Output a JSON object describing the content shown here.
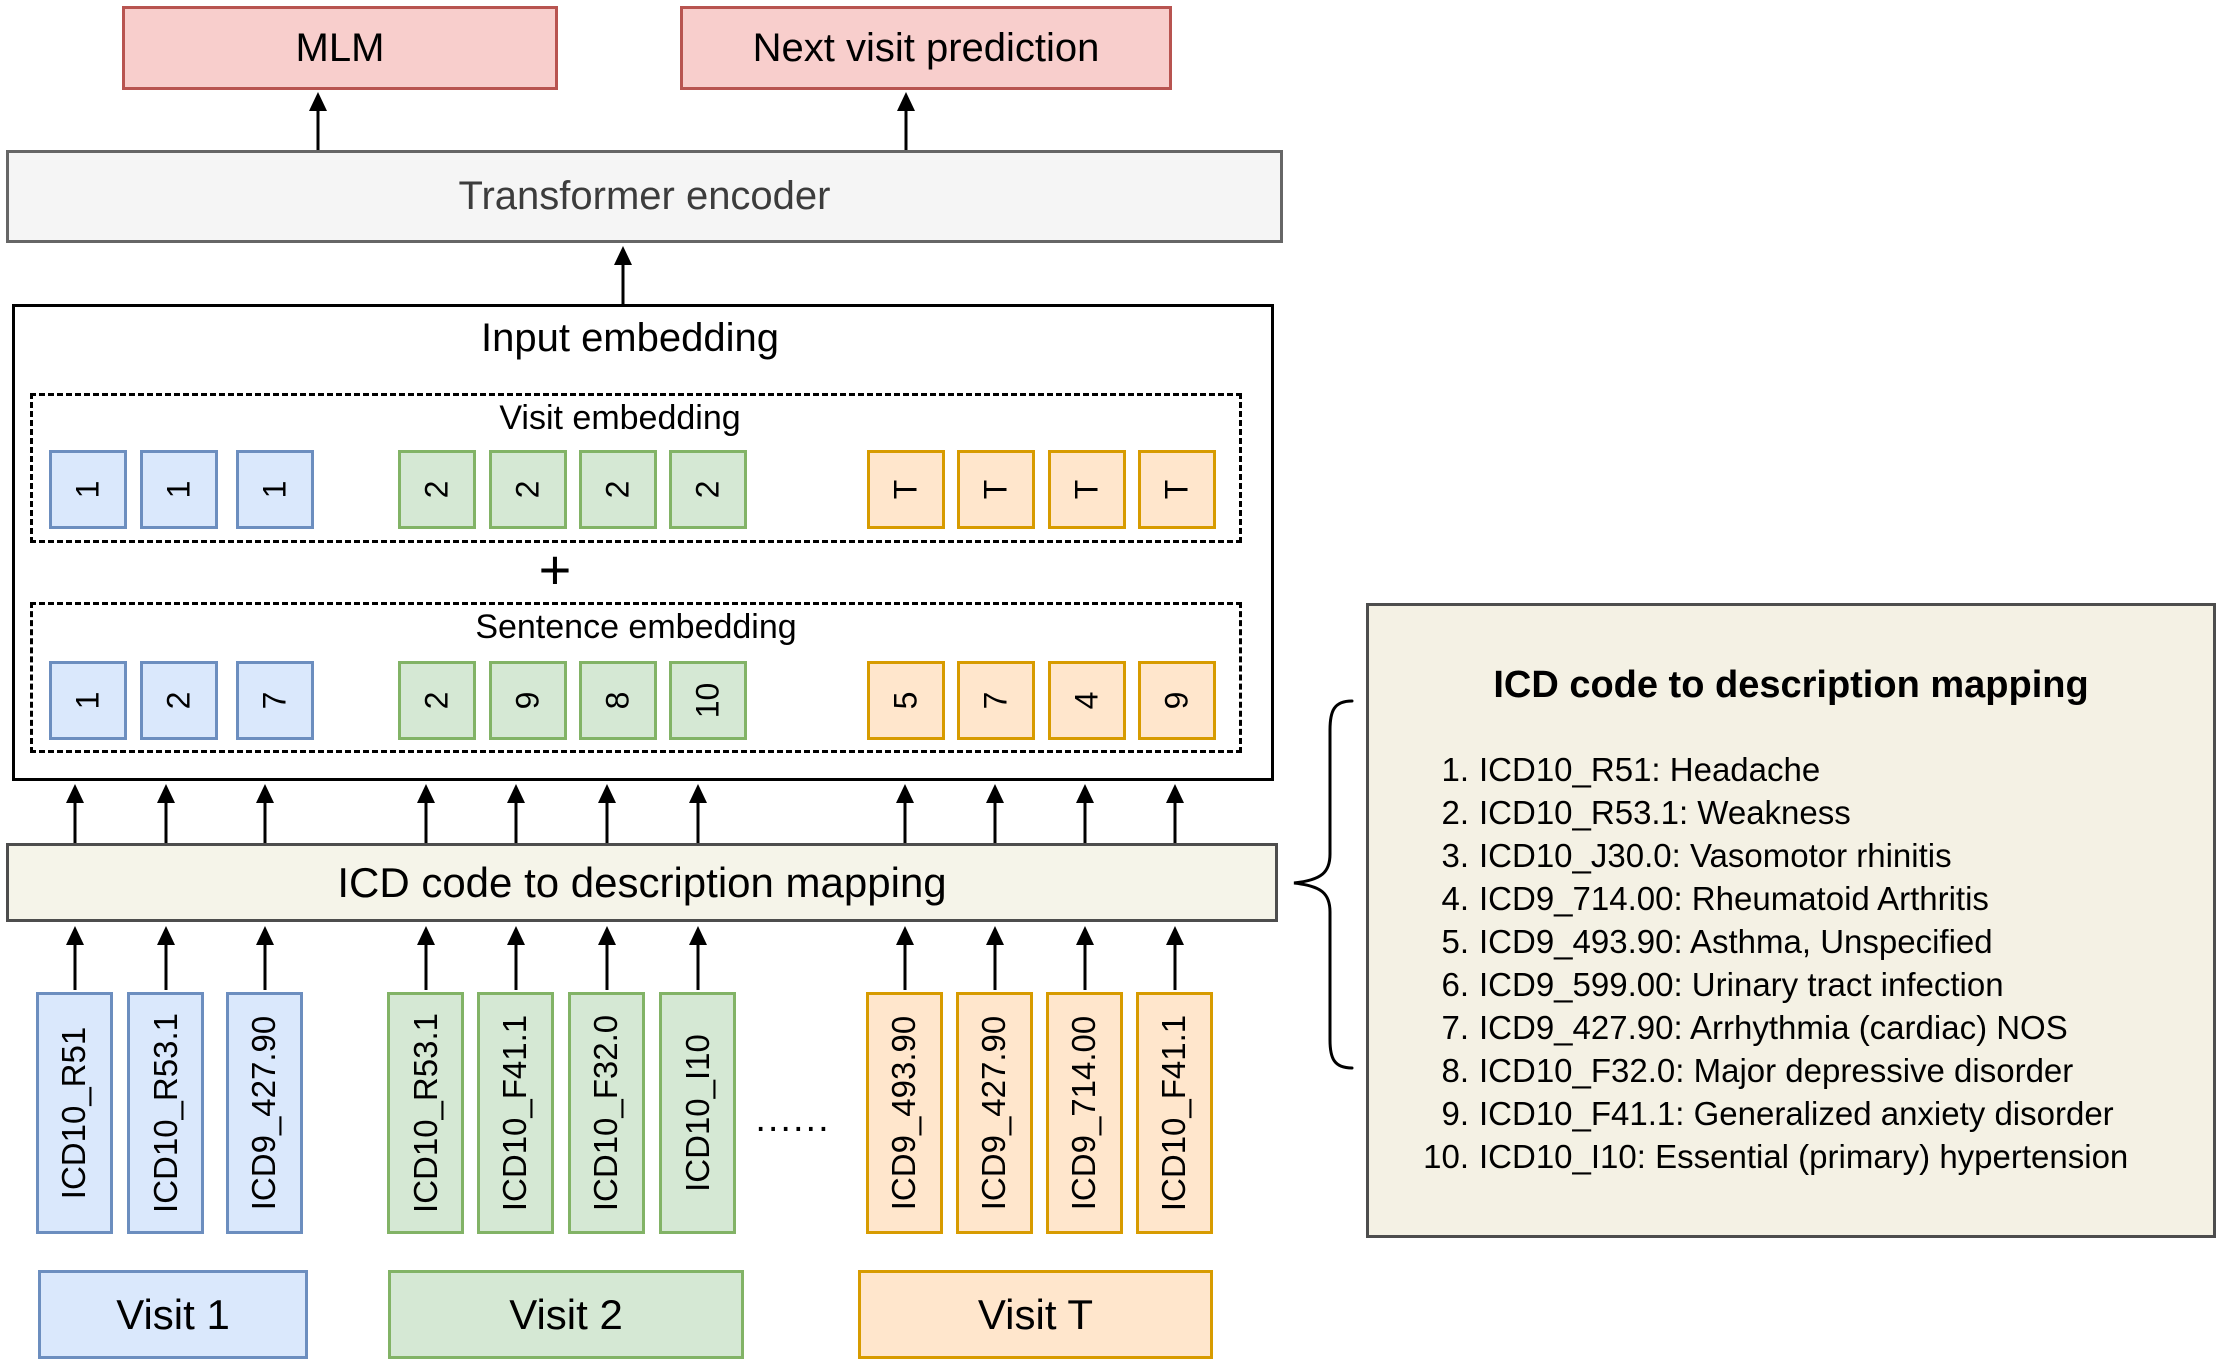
{
  "diagram": {
    "heads": {
      "mlm": "MLM",
      "next_visit": "Next visit prediction"
    },
    "encoder_label": "Transformer encoder",
    "input_embedding": {
      "title": "Input embedding",
      "plus": "+",
      "visit_row": {
        "label": "Visit embedding",
        "groups": [
          {
            "color": "blue",
            "values": [
              "1",
              "1",
              "1"
            ]
          },
          {
            "color": "green",
            "values": [
              "2",
              "2",
              "2",
              "2"
            ]
          },
          {
            "color": "orange",
            "values": [
              "T",
              "T",
              "T",
              "T"
            ]
          }
        ]
      },
      "sentence_row": {
        "label": "Sentence embedding",
        "groups": [
          {
            "color": "blue",
            "values": [
              "1",
              "2",
              "7"
            ]
          },
          {
            "color": "green",
            "values": [
              "2",
              "9",
              "8",
              "10"
            ]
          },
          {
            "color": "orange",
            "values": [
              "5",
              "7",
              "4",
              "9"
            ]
          }
        ]
      }
    },
    "mapping_bar_label": "ICD code to description mapping",
    "ellipsis": "......",
    "visits": [
      {
        "label": "Visit 1",
        "color": "blue",
        "codes": [
          "ICD10_R51",
          "ICD10_R53.1",
          "ICD9_427.90"
        ]
      },
      {
        "label": "Visit 2",
        "color": "green",
        "codes": [
          "ICD10_R53.1",
          "ICD10_F41.1",
          "ICD10_F32.0",
          "ICD10_I10"
        ]
      },
      {
        "label": "Visit T",
        "color": "orange",
        "codes": [
          "ICD9_493.90",
          "ICD9_427.90",
          "ICD9_714.00",
          "ICD10_F41.1"
        ]
      }
    ],
    "legend": {
      "title": "ICD code to description mapping",
      "items": [
        {
          "num": "1.",
          "text": "ICD10_R51: Headache"
        },
        {
          "num": "2.",
          "text": "ICD10_R53.1: Weakness"
        },
        {
          "num": "3.",
          "text": "ICD10_J30.0: Vasomotor rhinitis"
        },
        {
          "num": "4.",
          "text": "ICD9_714.00: Rheumatoid Arthritis"
        },
        {
          "num": "5.",
          "text": "ICD9_493.90: Asthma, Unspecified"
        },
        {
          "num": "6.",
          "text": "ICD9_599.00: Urinary tract infection"
        },
        {
          "num": "7.",
          "text": "ICD9_427.90: Arrhythmia (cardiac) NOS"
        },
        {
          "num": "8.",
          "text": "ICD10_F32.0: Major depressive disorder"
        },
        {
          "num": "9.",
          "text": "ICD10_F41.1: Generalized anxiety disorder"
        },
        {
          "num": "10.",
          "text": "ICD10_I10: Essential (primary) hypertension"
        }
      ]
    },
    "colors": {
      "red_fill": "#f8cecc",
      "red_stroke": "#b85450",
      "gray_fill": "#f5f5f5",
      "gray_stroke": "#666666",
      "blue_fill": "#dae8fc",
      "blue_stroke": "#6c8ebf",
      "green_fill": "#d5e8d4",
      "green_stroke": "#82b366",
      "orange_fill": "#ffe6cc",
      "orange_stroke": "#d79b00",
      "beige_fill": "#f5f4e9",
      "legend_fill": "#f4f1e4"
    }
  }
}
